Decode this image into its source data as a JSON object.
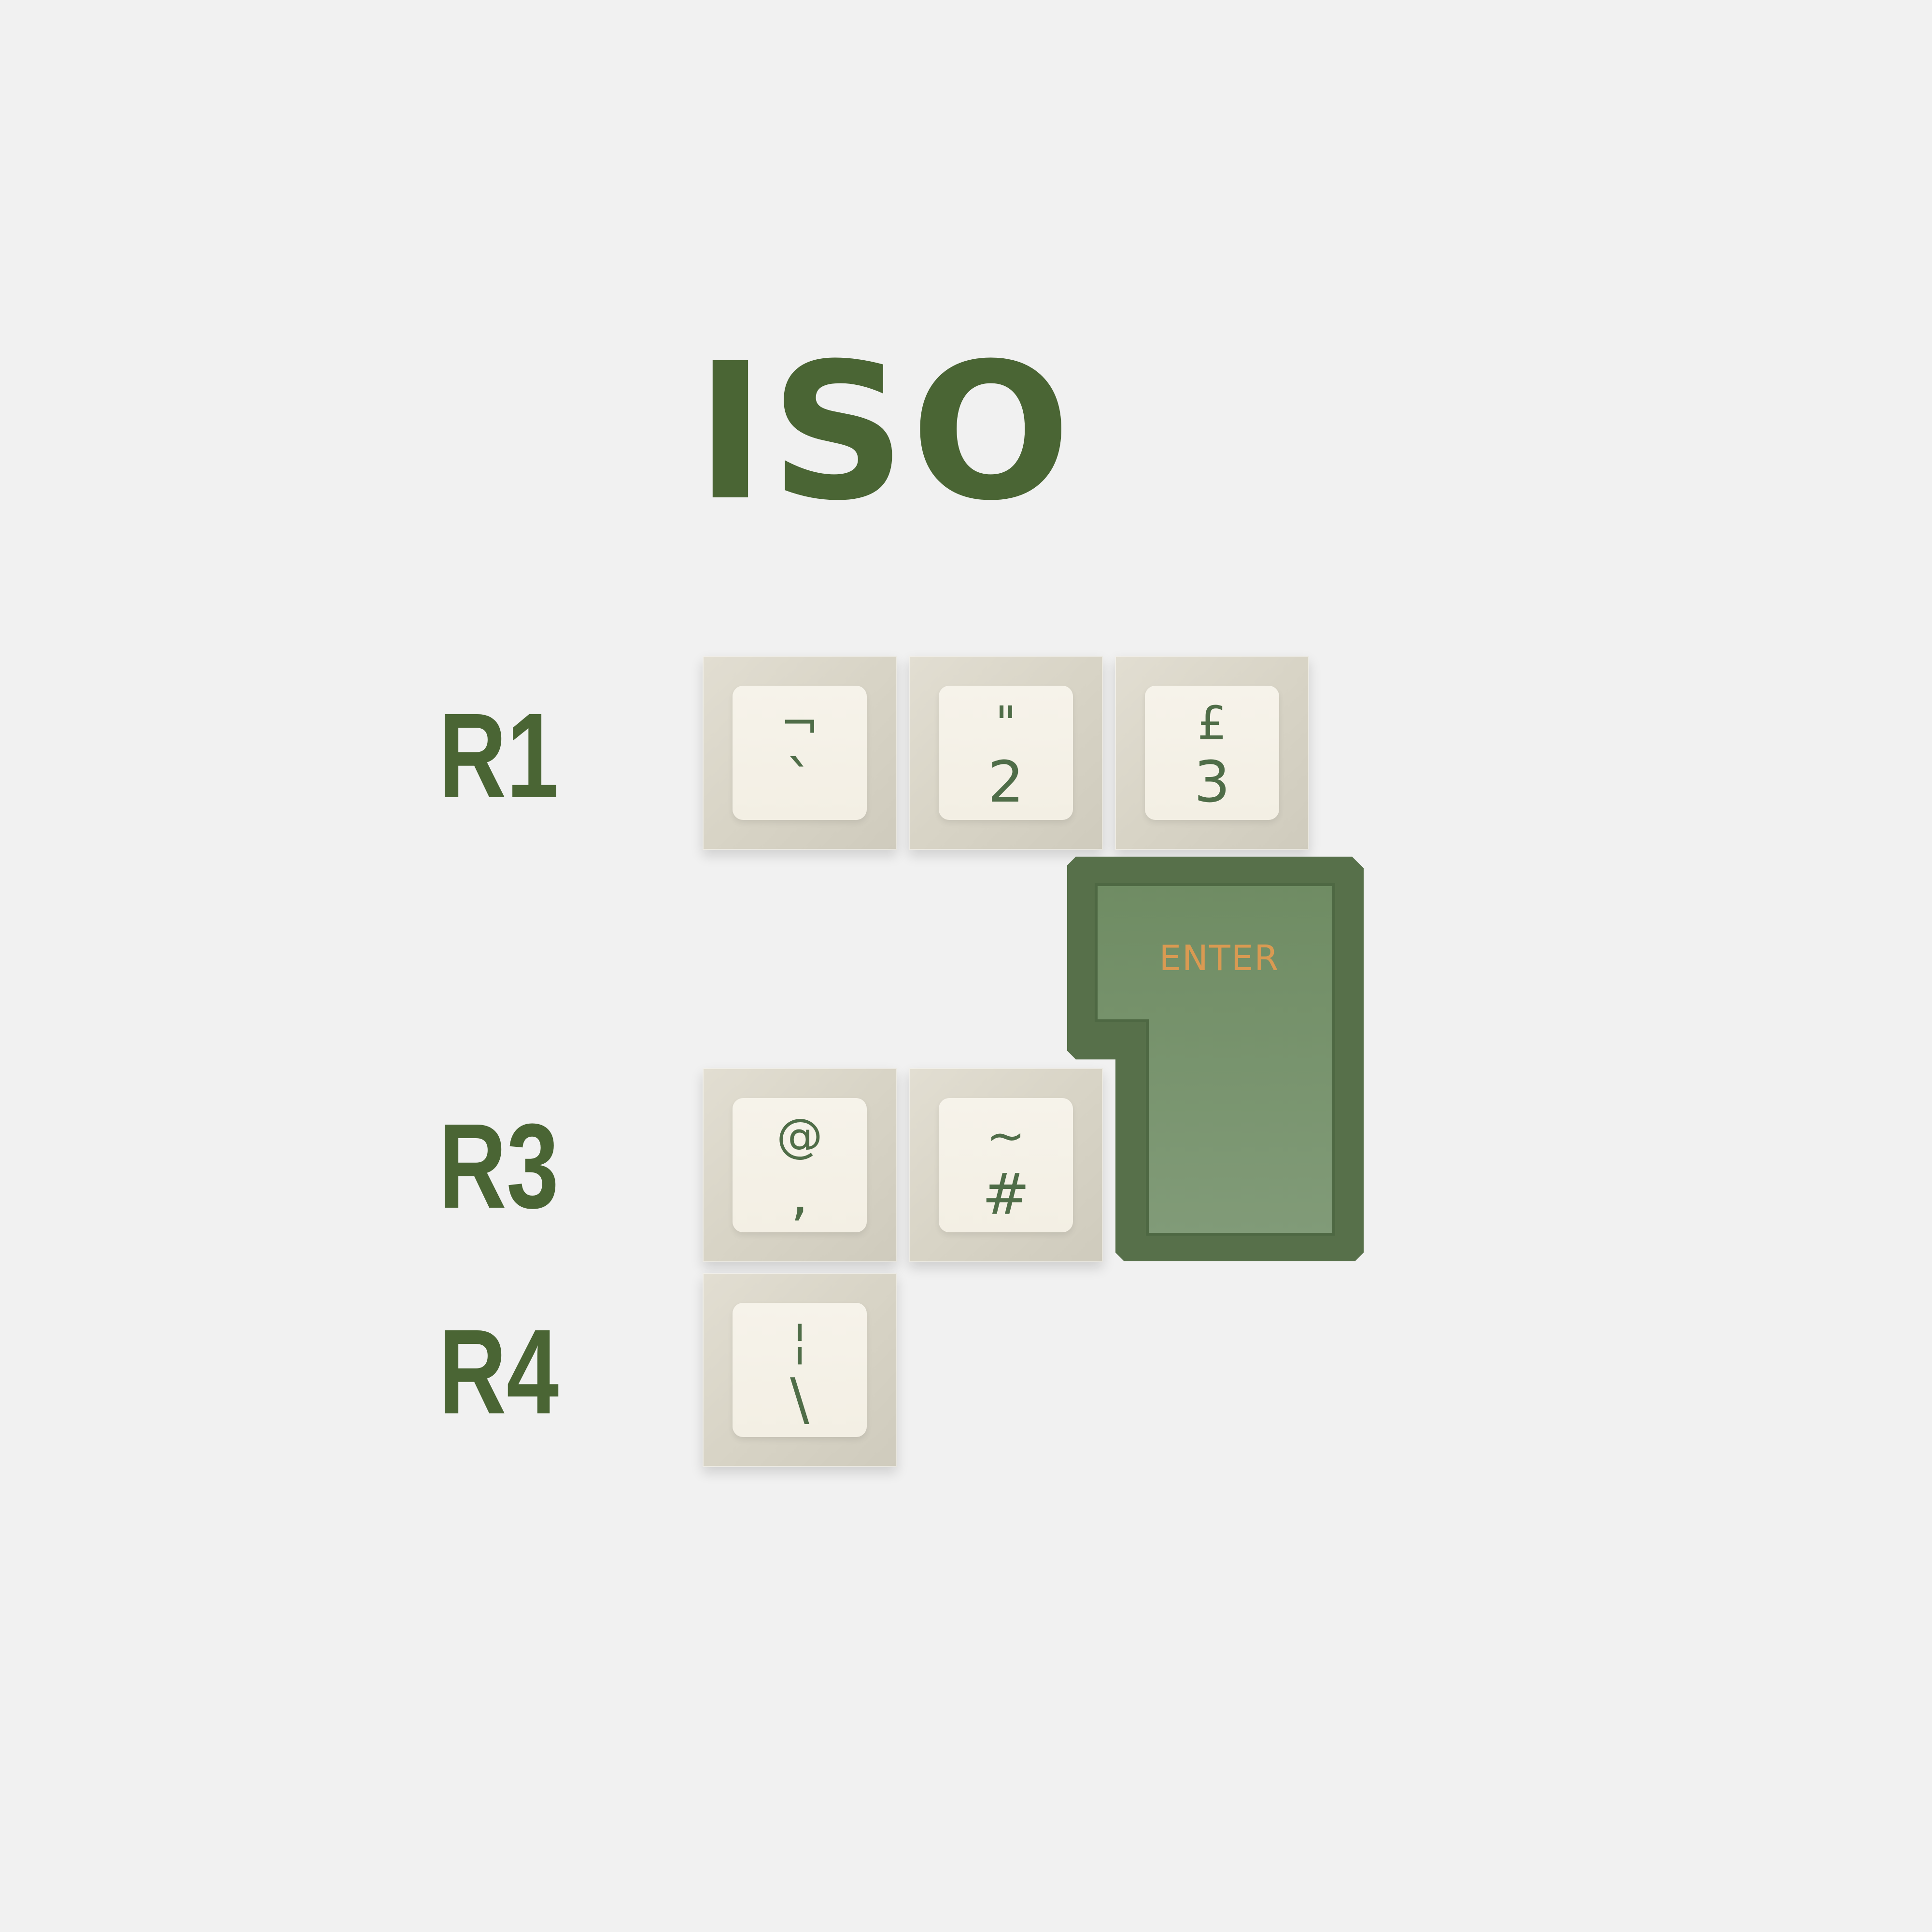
{
  "title": "ISO",
  "row_labels": {
    "r1": "R1",
    "r3": "R3",
    "r4": "R4"
  },
  "keys": {
    "grave": {
      "upper": "¬",
      "lower": "`"
    },
    "two": {
      "upper": "\"",
      "lower": "2"
    },
    "three": {
      "upper": "£",
      "lower": "3"
    },
    "semicolon": {
      "upper": "@",
      "lower": ","
    },
    "hash": {
      "upper": "~",
      "lower": "#"
    },
    "backslash": {
      "upper": "¦",
      "lower": "\\"
    }
  },
  "enter_key": {
    "label": "ENTER"
  },
  "colors": {
    "background": "#f1f1f1",
    "accent_green": "#4a6534",
    "keycap_cream": "#f4f0e5",
    "enter_green": "#7a956f",
    "enter_legend": "#d99a52"
  }
}
